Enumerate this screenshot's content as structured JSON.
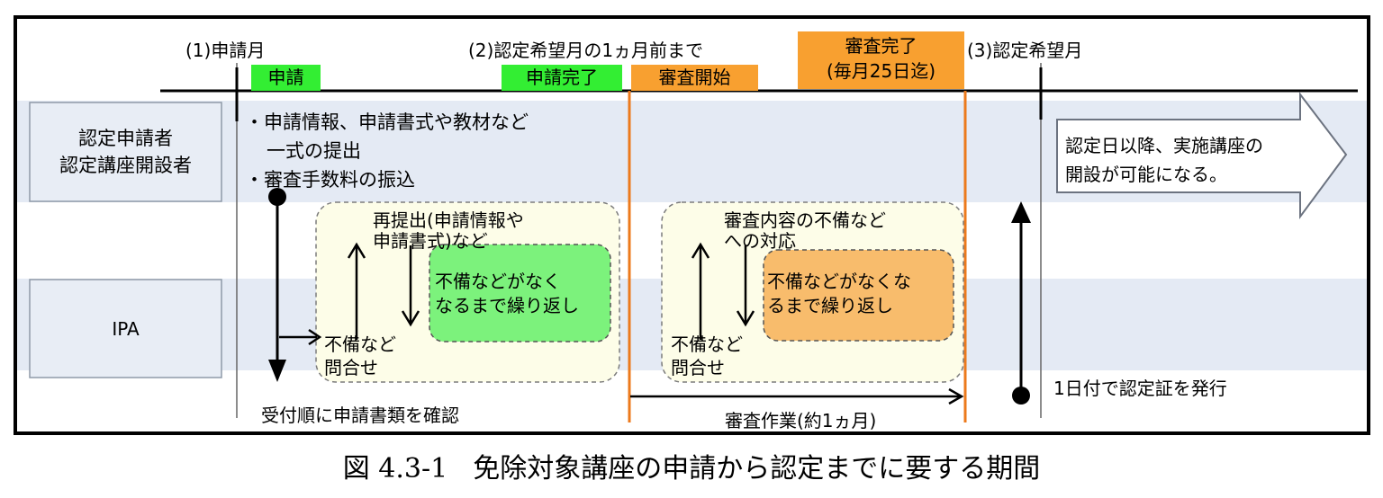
{
  "milestones": {
    "m1": "(1)申請月",
    "m2": "(2)認定希望月の1ヵ月前まで",
    "m3": "(3)認定希望月"
  },
  "tags": {
    "apply": "申請",
    "apply_done": "申請完了",
    "review_start": "審査開始",
    "review_done_line1": "審査完了",
    "review_done_line2": "(毎月25日迄)"
  },
  "lanes": {
    "applicant_line1": "認定申請者",
    "applicant_line2": "認定講座開設者",
    "ipa": "IPA"
  },
  "applicant_actions": {
    "line1": "・申請情報、申請書式や教材など",
    "line2": "一式の提出",
    "line3": "・審査手数料の振込"
  },
  "loop1": {
    "resubmit_line1": "再提出(申請情報や",
    "resubmit_line2": "申請書式)など",
    "repeat_line1": "不備などがなく",
    "repeat_line2": "なるまで繰り返し",
    "inquiry_line1": "不備など",
    "inquiry_line2": "問合せ"
  },
  "loop2": {
    "response_line1": "審査内容の不備など",
    "response_line2": "への対応",
    "repeat_line1": "不備などがなくな",
    "repeat_line2": "るまで繰り返し",
    "inquiry_line1": "不備など",
    "inquiry_line2": "問合せ"
  },
  "result": {
    "line1": "認定日以降、実施講座の",
    "line2": "開設が可能になる。"
  },
  "bottom": {
    "confirm": "受付順に申請書類を確認",
    "review_work": "審査作業(約1ヵ月)",
    "issue": "1日付で認定証を発行"
  },
  "caption": {
    "number": "図 4.3-1",
    "title": "免除対象講座の申請から認定までに要する期間"
  },
  "colors": {
    "green_tag": "#33ee33",
    "orange_tag": "#f8a030",
    "lane_band": "#e4eaf4",
    "lane_box": "#e8edf5",
    "loop_box": "#fdfde8",
    "repeat_green": "#7cf27c",
    "repeat_orange": "#f8bc6c",
    "orange_line": "#ec7a1c"
  }
}
